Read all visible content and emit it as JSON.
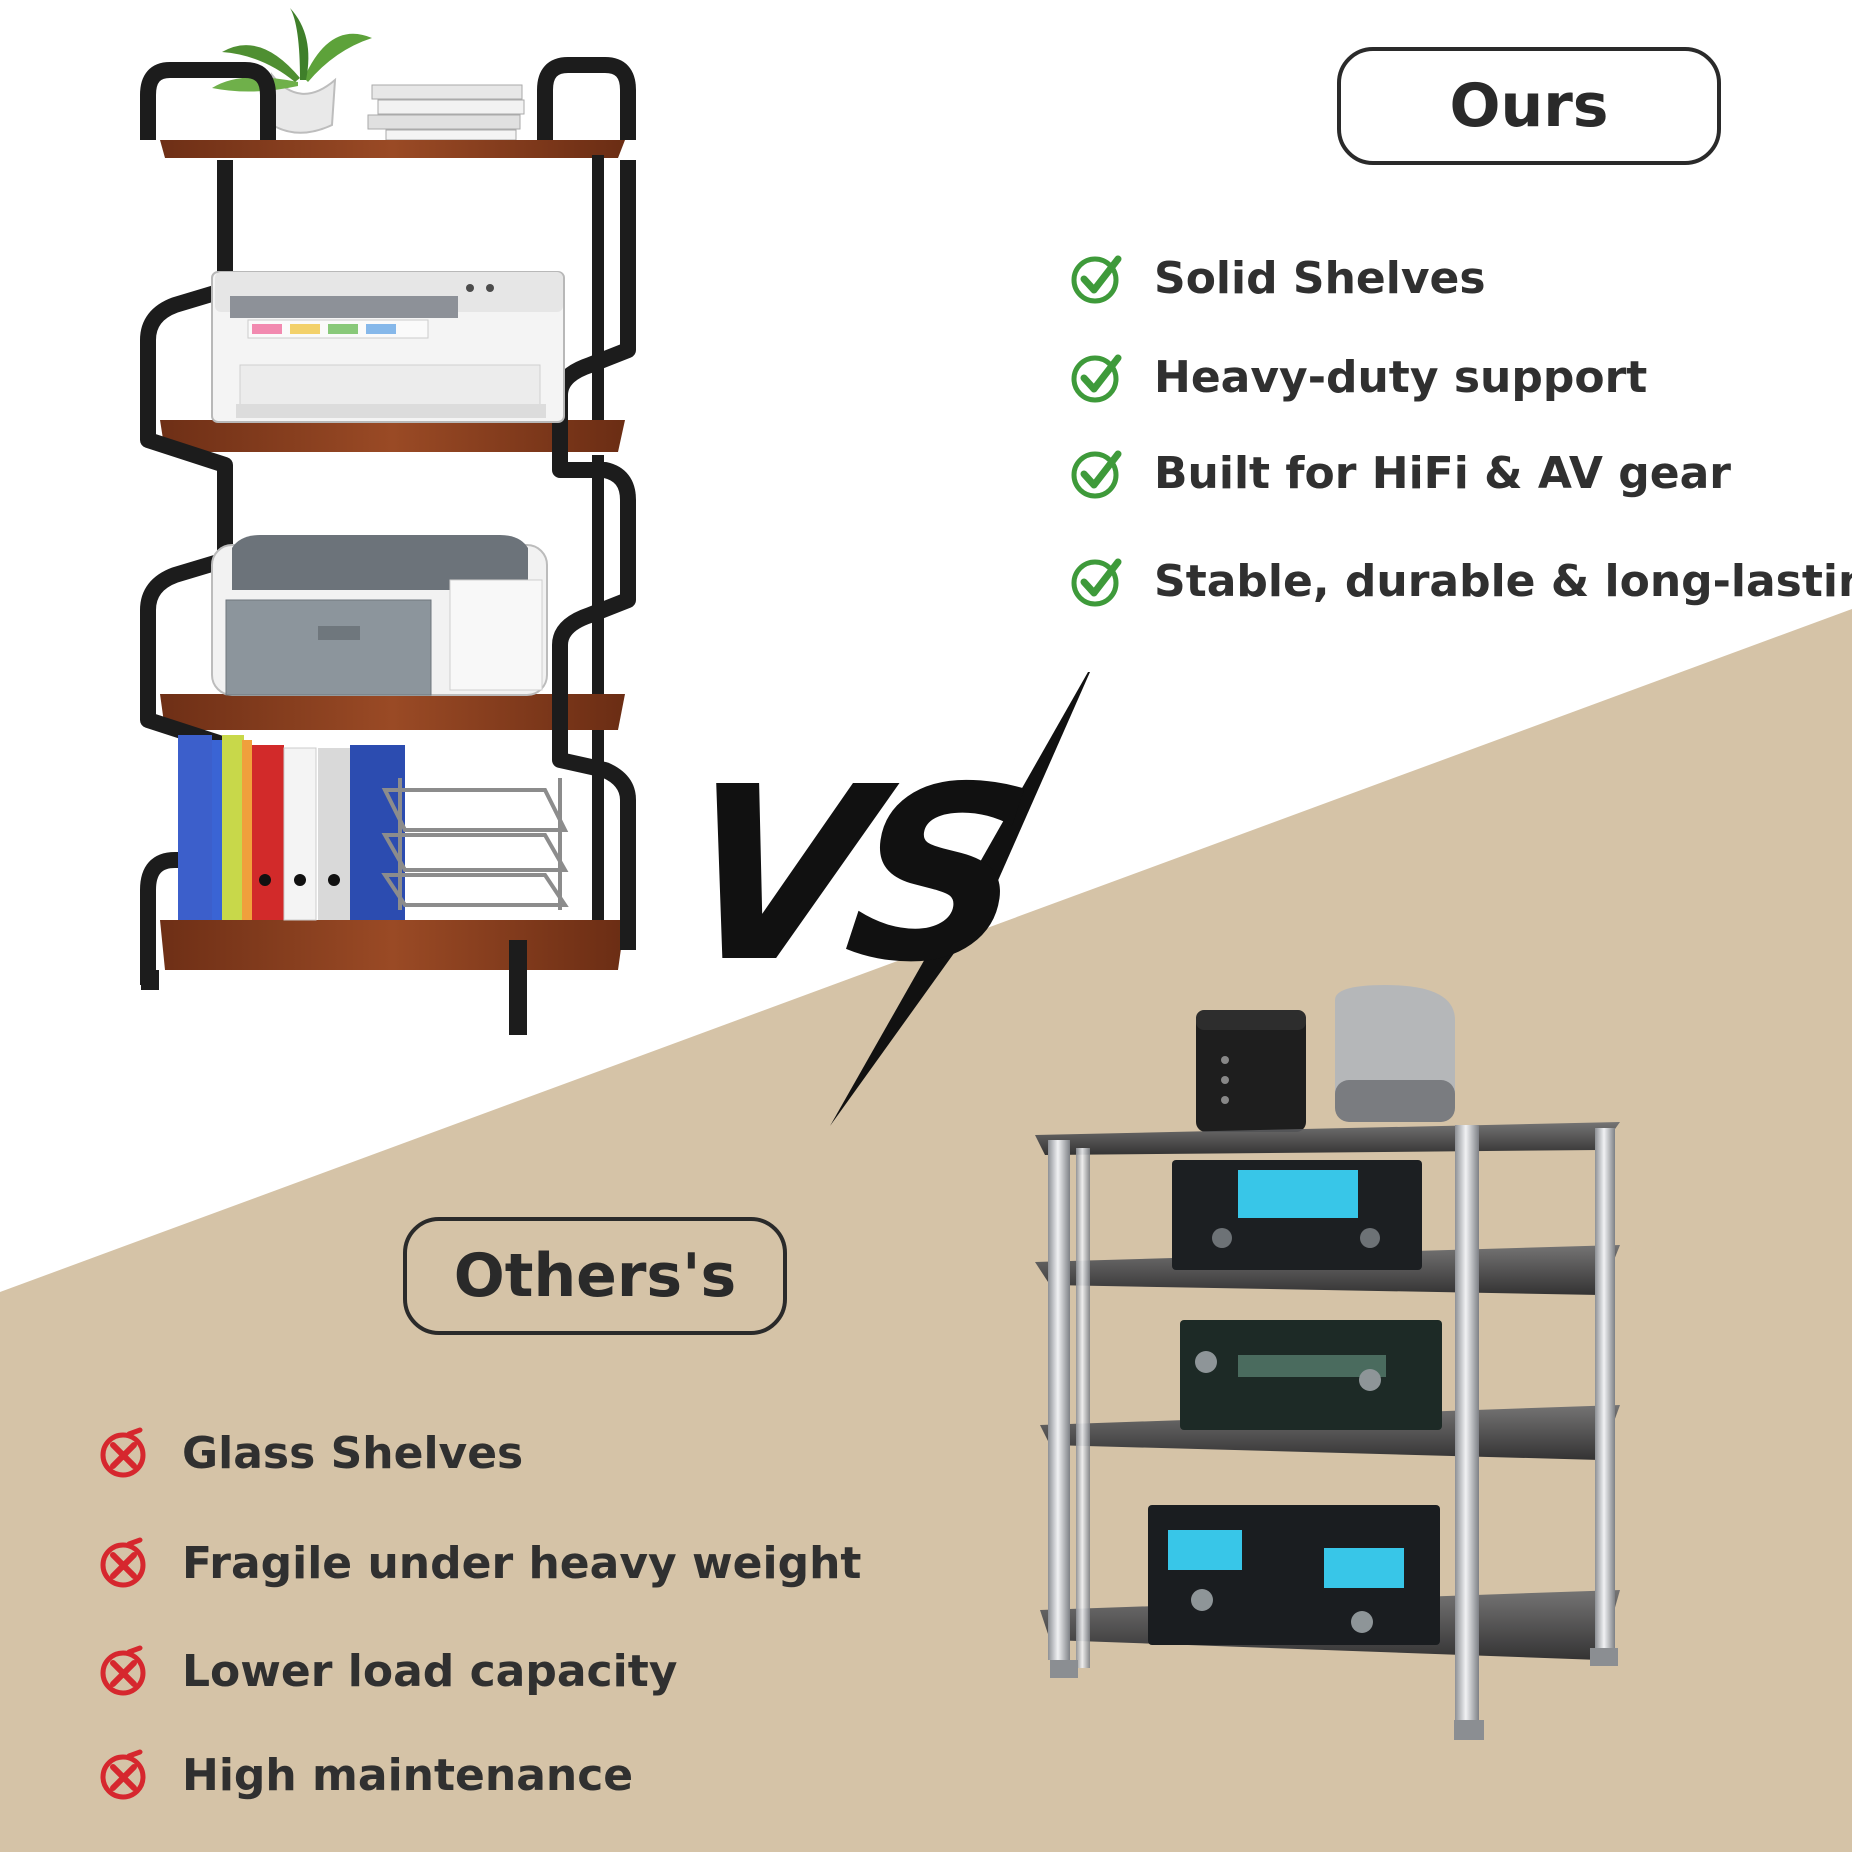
{
  "ours": {
    "badge": "Ours",
    "features": [
      "Solid Shelves",
      "Heavy-duty support",
      "Built for HiFi & AV gear",
      "Stable, durable & long-lasting"
    ],
    "icon": "check-circle-icon",
    "icon_color": "#3e9a3a"
  },
  "versus": {
    "text": "VS"
  },
  "others": {
    "badge": "Others's",
    "features": [
      "Glass Shelves",
      "Fragile under heavy weight",
      "Lower load capacity",
      "High maintenance"
    ],
    "icon": "x-circle-icon",
    "icon_color": "#d6272e"
  },
  "colors": {
    "background_top": "#ffffff",
    "background_bottom": "#d5c3a7",
    "text": "#2a2a2a",
    "shelf_wood": "#8a3f1f",
    "frame_black": "#1c1c1c",
    "chrome": "#bfc2c6",
    "glass": "#3b3b3d",
    "display_blue": "#38c6e8"
  }
}
